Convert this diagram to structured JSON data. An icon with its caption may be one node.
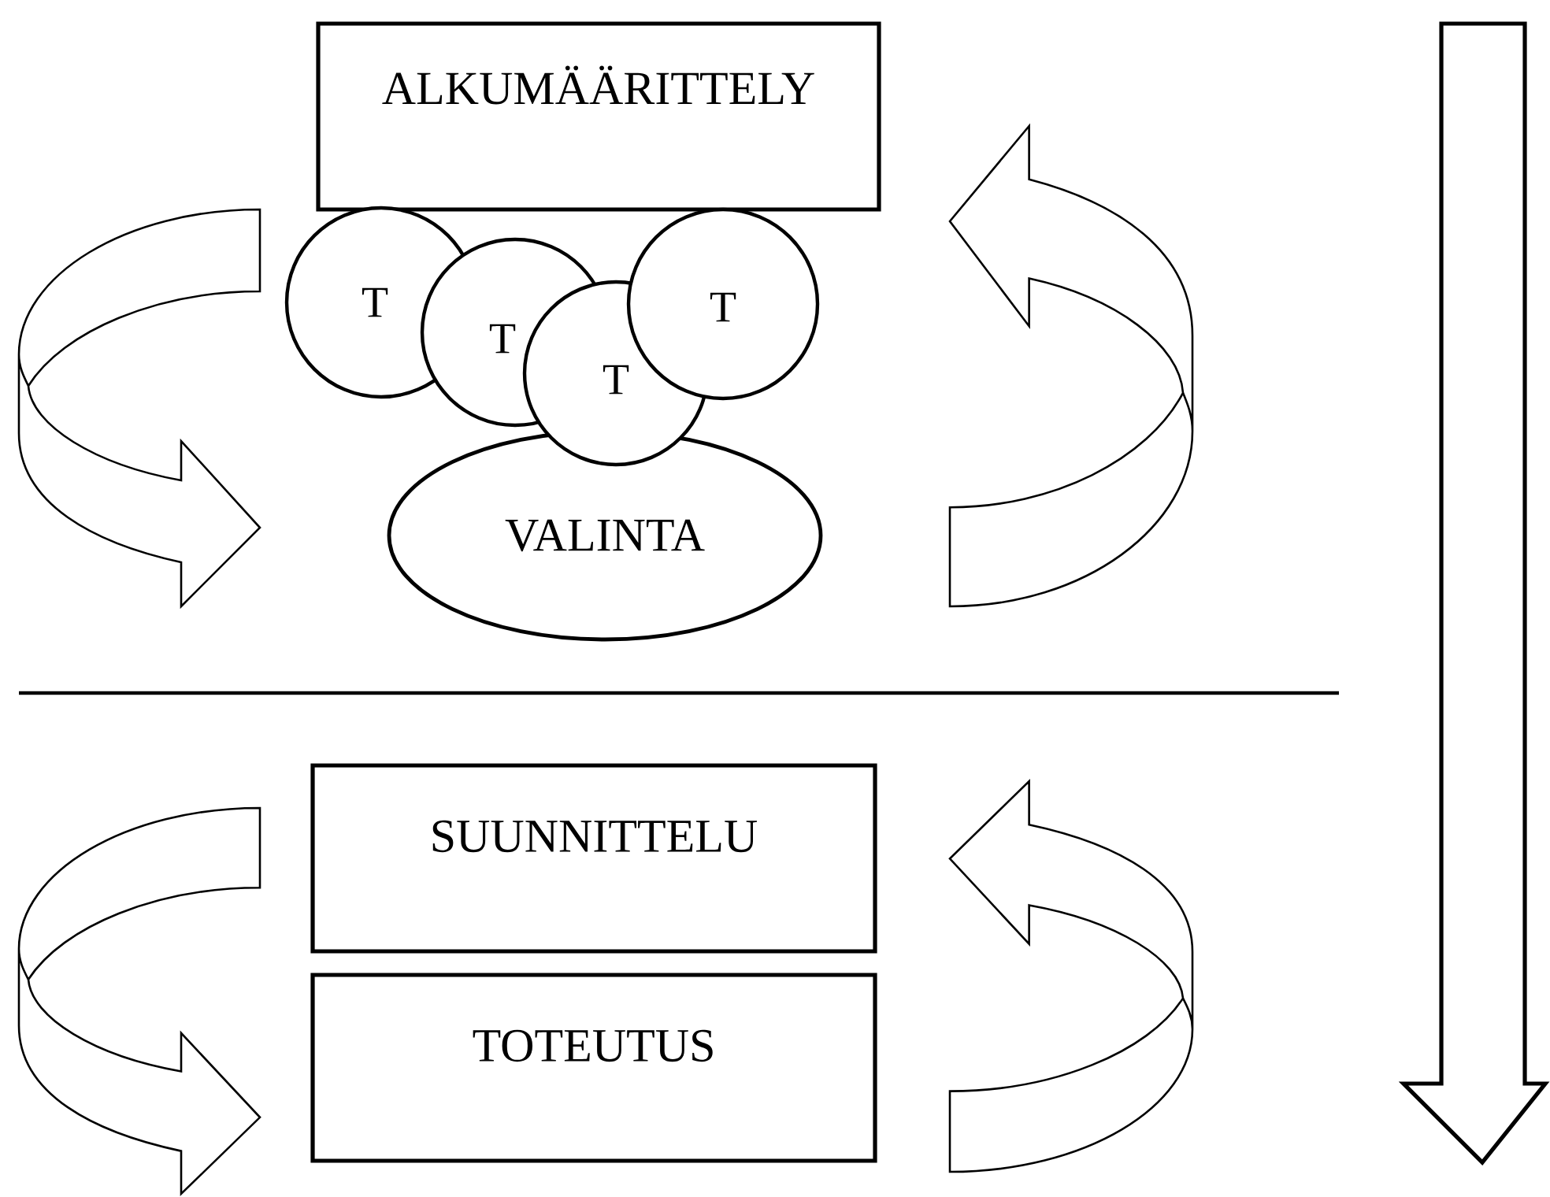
{
  "diagram": {
    "nodes": [
      {
        "text": [
          "ALKUMÄÄRITTELY"
        ]
      },
      {
        "text": [
          "T"
        ]
      },
      {
        "text": [
          "T"
        ]
      },
      {
        "text": [
          "T"
        ]
      },
      {
        "text": [
          "T"
        ]
      },
      {
        "text": [
          "VALINTA"
        ]
      },
      {
        "text": [
          "SUUNNITTELU"
        ]
      },
      {
        "text": [
          "TOTEUTUS"
        ]
      }
    ]
  }
}
